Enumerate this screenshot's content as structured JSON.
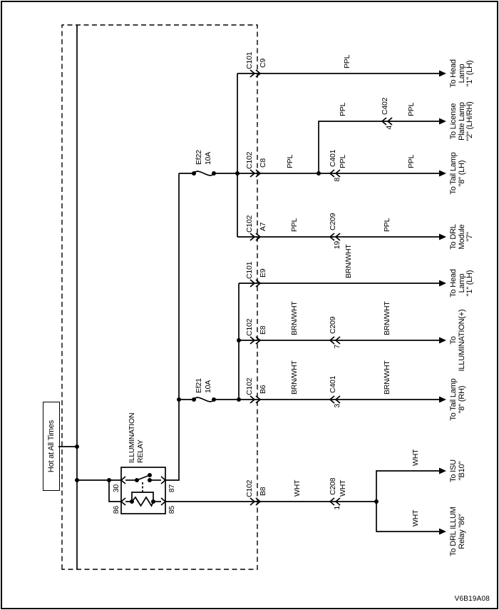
{
  "page": {
    "footer_id": "V6B19A08"
  },
  "power_source": {
    "label": "Hot at All Times"
  },
  "fuse_block": {
    "relay": {
      "line1": "ILLUMINATION",
      "line2": "RELAY",
      "pin_30": "30",
      "pin_87": "87",
      "pin_86": "86",
      "pin_85": "85"
    },
    "fuse_ef22": {
      "name": "Ef22",
      "rating": "10A"
    },
    "fuse_ef21": {
      "name": "Ef21",
      "rating": "10A"
    }
  },
  "circuits": {
    "w1": {
      "conn": "C101",
      "pin": "C9",
      "color": "PPL",
      "dest": [
        "To Head",
        "Lamp",
        "\"1\" (LH)"
      ]
    },
    "w2": {
      "conn": "C102",
      "pin": "C8",
      "color1": "PPL",
      "color2": "PPL",
      "color3": "PPL",
      "inline_no": "8",
      "inline_conn": "C401",
      "dest": [
        "To Tail Lamp",
        "\"8\" (LH)"
      ]
    },
    "w2b": {
      "color1": "PPL",
      "color2": "PPL",
      "inline_no": "4",
      "inline_conn": "C402",
      "dest": [
        "To License",
        "Plate Lamp",
        "\"2\" (LH/RH)"
      ]
    },
    "w3": {
      "conn": "C102",
      "pin": "A7",
      "color1": "PPL",
      "color2": "PPL",
      "inline_no": "19",
      "inline_conn": "C209",
      "dest": [
        "To DRL",
        "Module",
        "\"7\""
      ]
    },
    "w4": {
      "conn": "C101",
      "pin": "E9",
      "color": "BRN/WHT",
      "dest": [
        "To Head",
        "Lamp",
        "\"1\" (LH)"
      ]
    },
    "w5": {
      "conn": "C102",
      "pin": "E8",
      "color1": "BRN/WHT",
      "color2": "BRN/WHT",
      "inline_no": "7",
      "inline_conn": "C209",
      "dest": [
        "To",
        "ILLUMINATION(+)"
      ]
    },
    "w6": {
      "conn": "C102",
      "pin": "B6",
      "color1": "BRN/WHT",
      "color2": "BRN/WHT",
      "inline_no": "3",
      "inline_conn": "C401",
      "dest": [
        "To Tail Lamp",
        "\"8\" (RH)"
      ]
    },
    "w7": {
      "conn": "C102",
      "pin": "B8",
      "color1": "WHT",
      "color2": "WHT",
      "inline_no": "1",
      "inline_conn": "C208"
    },
    "w7_isu": {
      "color": "WHT",
      "dest": [
        "To ISU",
        "\"B10\""
      ]
    },
    "w7_drl": {
      "color": "WHT",
      "dest": [
        "To DRL ILLUM",
        "Relay \"86\""
      ]
    }
  }
}
